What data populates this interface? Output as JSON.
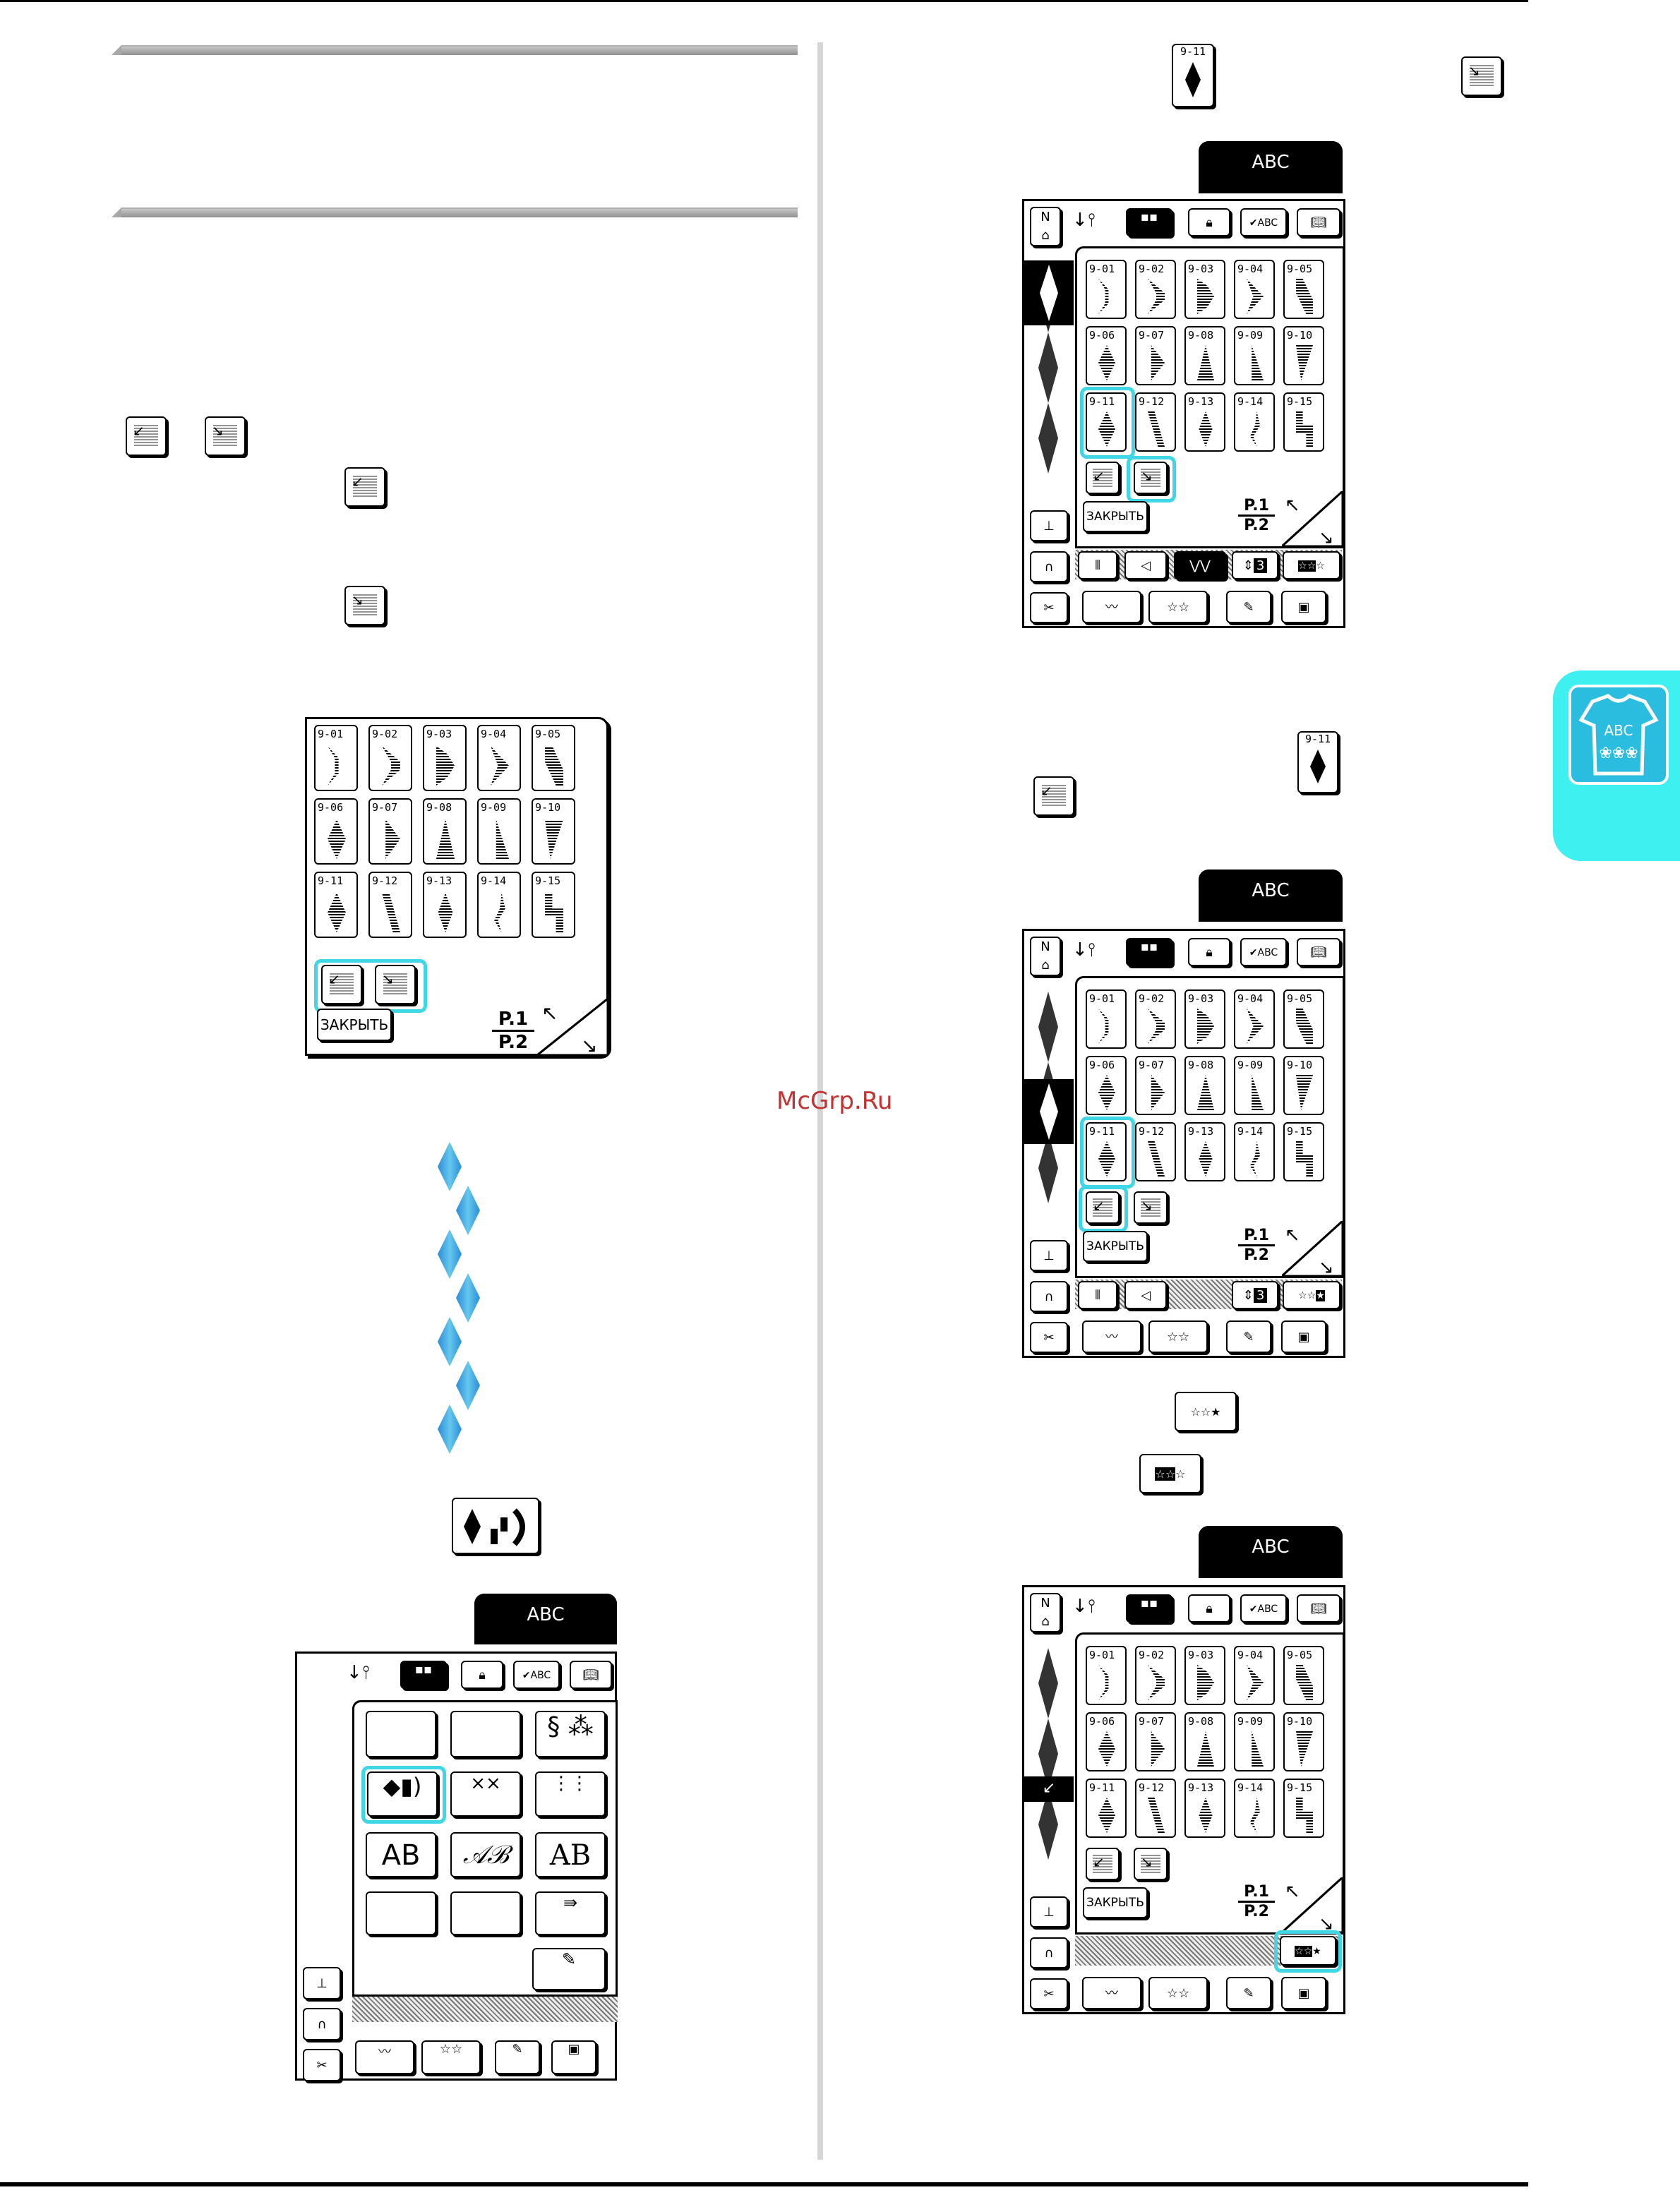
{
  "watermark": "McGrp.Ru",
  "abc_tab": "ABC",
  "stitch_numbers": [
    "9-01",
    "9-02",
    "9-03",
    "9-04",
    "9-05",
    "9-06",
    "9-07",
    "9-08",
    "9-09",
    "9-10",
    "9-11",
    "9-12",
    "9-13",
    "9-14",
    "9-15"
  ],
  "selected_stitch": "9-11",
  "close_label": "ЗАКРЫТЬ",
  "page_indicator": {
    "top": "P.1",
    "bottom": "P.2"
  },
  "menu_text": {
    "ab_sans": "AB",
    "ab_script": "𝒜ℬ",
    "ab_serif": "AB"
  },
  "colors": {
    "highlight": "#3fd6e6",
    "side_tab": "#3ff0f0",
    "diamond": "#2a8dd6",
    "watermark": "#c53030"
  },
  "mirror_counter": "3"
}
